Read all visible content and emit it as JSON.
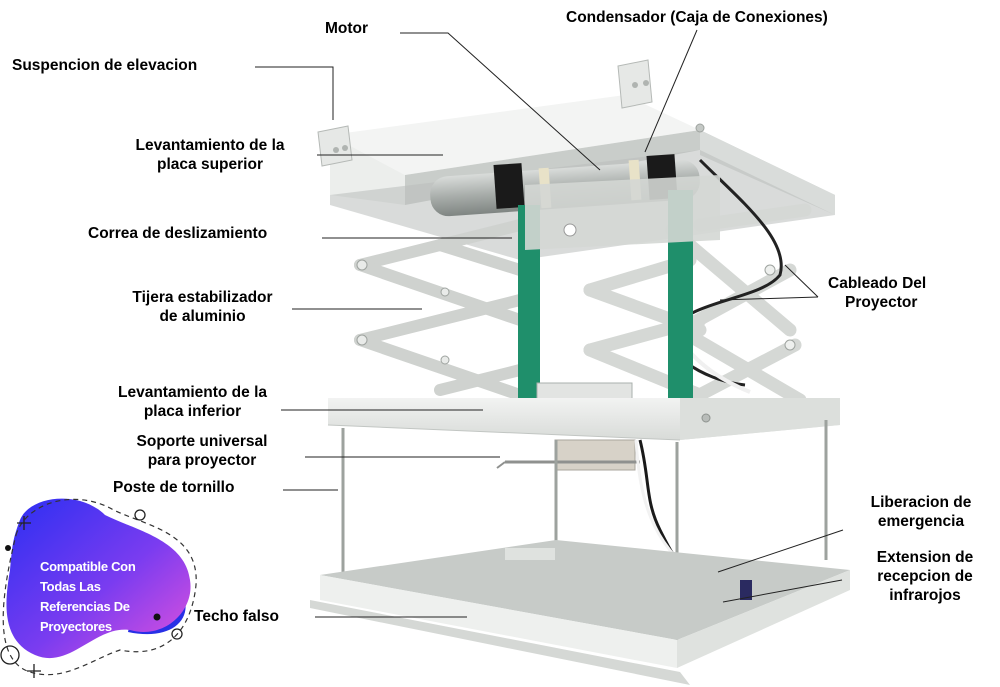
{
  "diagram": {
    "subject": "Motorized scissor projector lift",
    "colors": {
      "belt": "#1f8f6b",
      "metal_light": "#e4e6e4",
      "metal_mid": "#cfd2cf",
      "metal_dark": "#9ea39f",
      "badge_magenta": "#d94fe0",
      "badge_blue": "#2b2ef0",
      "label_text": "#000000",
      "leader_line": "#222222"
    },
    "labels": [
      {
        "id": "motor",
        "text": "Motor"
      },
      {
        "id": "condensador",
        "text": "Condensador (Caja de Conexiones)"
      },
      {
        "id": "suspencion",
        "text": "Suspencion de elevacion"
      },
      {
        "id": "placa_superior",
        "lines": [
          "Levantamiento de la",
          "placa superior"
        ]
      },
      {
        "id": "correa",
        "text": "Correa de deslizamiento"
      },
      {
        "id": "tijera",
        "lines": [
          "Tijera estabilizador",
          "de aluminio"
        ]
      },
      {
        "id": "cableado",
        "lines": [
          "Cableado Del",
          "Proyector"
        ]
      },
      {
        "id": "placa_inferior",
        "lines": [
          "Levantamiento de la",
          "placa inferior"
        ]
      },
      {
        "id": "soporte",
        "lines": [
          "Soporte universal",
          "para proyector"
        ]
      },
      {
        "id": "poste",
        "text": "Poste de tornillo"
      },
      {
        "id": "liberacion",
        "lines": [
          "Liberacion de",
          "emergencia"
        ]
      },
      {
        "id": "extension",
        "lines": [
          "Extension de",
          "recepcion de",
          "infrarojos"
        ]
      },
      {
        "id": "techo",
        "text": "Techo falso"
      }
    ],
    "badge": {
      "lines": [
        "Compatible Con",
        "Todas Las",
        "Referencias De",
        "Proyectores"
      ]
    }
  }
}
